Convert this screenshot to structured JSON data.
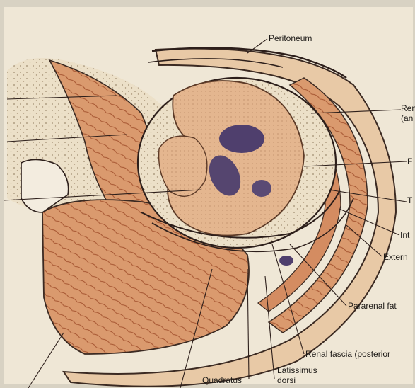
{
  "figure": {
    "colors": {
      "page": "#efe7d6",
      "muscle": "#d9976b",
      "muscle_dark": "#b8643e",
      "fat": "#eadbc2",
      "kidney": "#e2b189",
      "pelvis": "#4f3f6d",
      "line": "#2d1f1b"
    },
    "labels": {
      "peritoneum": "Peritoneum",
      "renal_fascia_anterior": "Ren\n(an",
      "perirenal_fat": "F",
      "transversalis": "T",
      "internal_oblique": "Int",
      "external_oblique": "Extern",
      "pararenal_fat": "Pararenal fat",
      "renal_fascia_posterior": "Renal fascia (posterior",
      "latissimus_dorsi": "Latissimus\ndorsi",
      "quadratus": "Quadratus"
    }
  }
}
